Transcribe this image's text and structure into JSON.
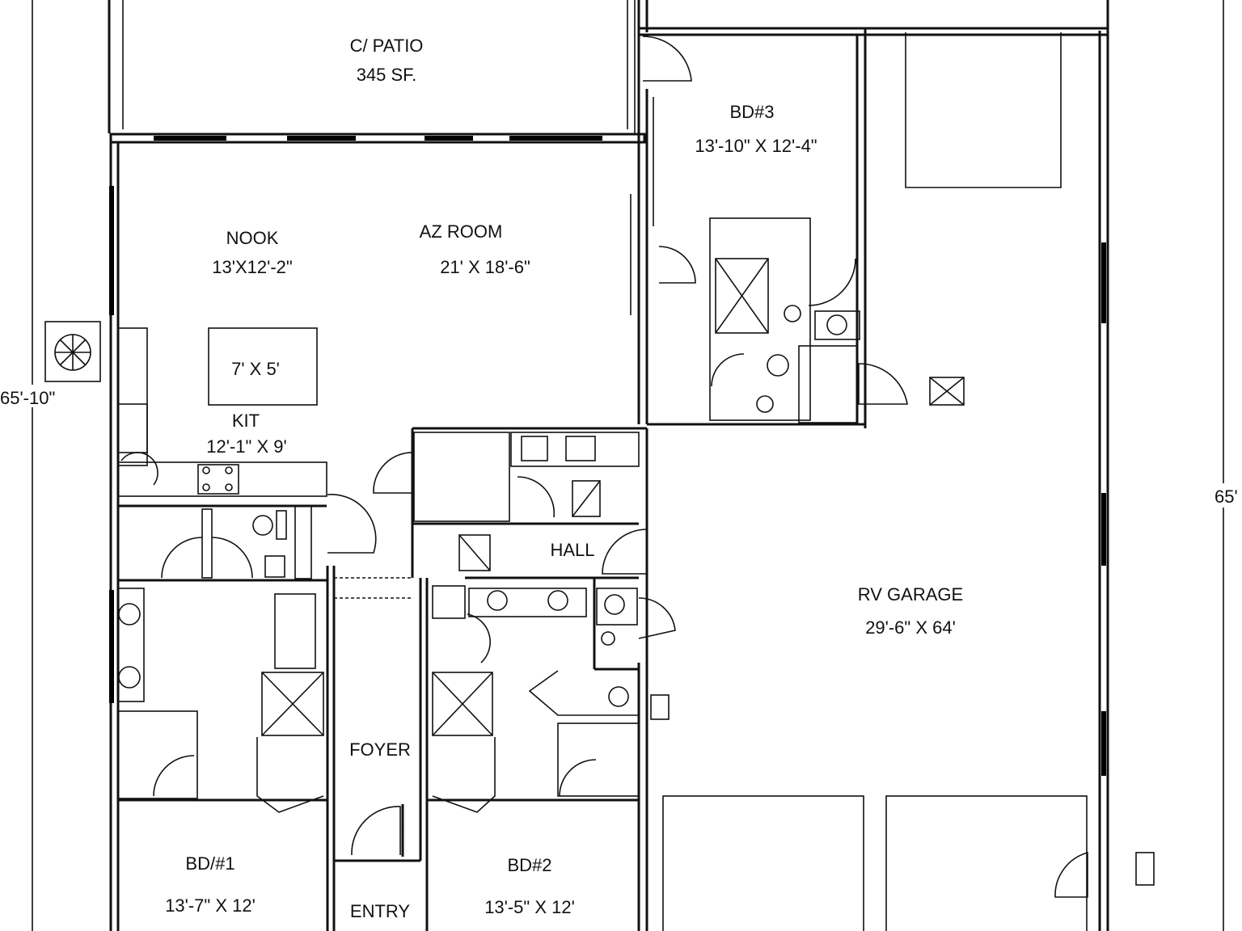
{
  "plan": {
    "rooms": [
      {
        "name": "C/ PATIO",
        "size": "345 SF."
      },
      {
        "name": "NOOK",
        "size": "13'X12'-2\""
      },
      {
        "name": "AZ ROOM",
        "size": "21' X 18'-6\""
      },
      {
        "name": "BD#3",
        "size": "13'-10\" X 12'-4\""
      },
      {
        "name": "KIT",
        "size": "12'-1\" X 9'"
      },
      {
        "name": "HALL",
        "size": ""
      },
      {
        "name": "RV GARAGE",
        "size": "29'-6\" X 64'"
      },
      {
        "name": "FOYER",
        "size": ""
      },
      {
        "name": "BD/#1",
        "size": "13'-7\" X 12'"
      },
      {
        "name": "BD#2",
        "size": "13'-5\" X 12'"
      },
      {
        "name": "ENTRY",
        "size": ""
      }
    ],
    "island": "7' X 5'",
    "dimensions": {
      "left": "65'-10\"",
      "right": "65'"
    }
  }
}
